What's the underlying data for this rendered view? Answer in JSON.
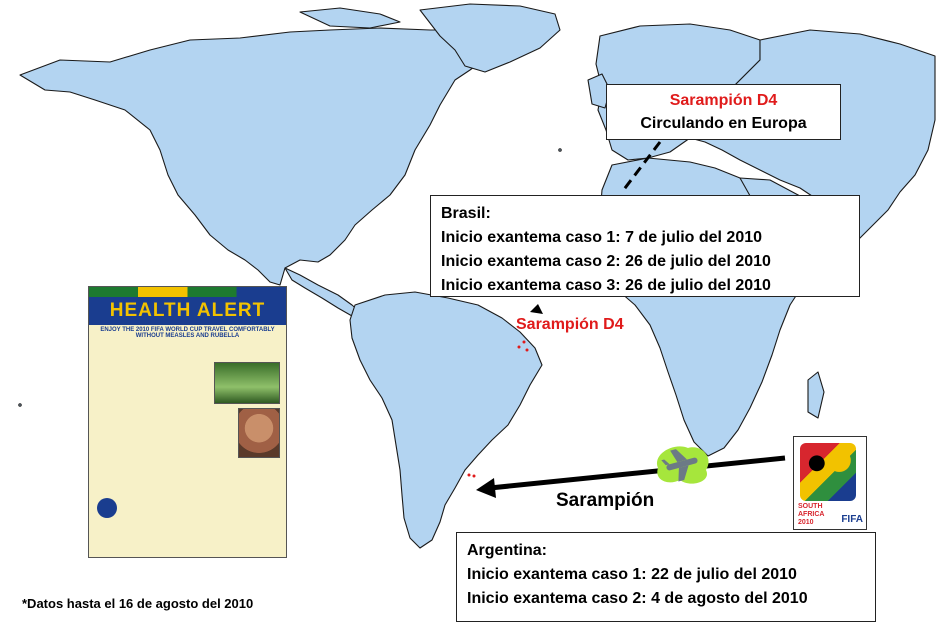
{
  "europe_box": {
    "strain": "Sarampión D4",
    "status": "Circulando en Europa"
  },
  "brasil_box": {
    "country": "Brasil:",
    "lines": [
      "Inicio exantema caso 1: 7 de julio del 2010",
      "Inicio exantema caso 2: 26 de julio del 2010",
      "Inicio exantema caso 3: 26 de julio del 2010"
    ]
  },
  "brasil_strain_label": "Sarampión D4",
  "arrow_label": "Sarampión",
  "argentina_box": {
    "country": "Argentina:",
    "lines": [
      "Inicio exantema caso 1: 22 de julio del 2010",
      "Inicio exantema caso 2: 4 de agosto del 2010"
    ]
  },
  "footnote": "*Datos hasta el 16 de agosto del 2010",
  "poster": {
    "title": "HEALTH ALERT",
    "subtitle": "ENJOY THE 2010 FIFA WORLD CUP TRAVEL COMFORTABLY WITHOUT MEASLES AND RUBELLA"
  },
  "logo": {
    "caption": "SOUTH AFRICA 2010",
    "brand": "FIFA"
  },
  "colors": {
    "land": "#b3d4f1",
    "strain_red": "#e01b1b",
    "case_marker": "#e01b1b"
  },
  "icons": [
    "airplane-icon",
    "world-cup-logo",
    "health-alert-poster"
  ]
}
